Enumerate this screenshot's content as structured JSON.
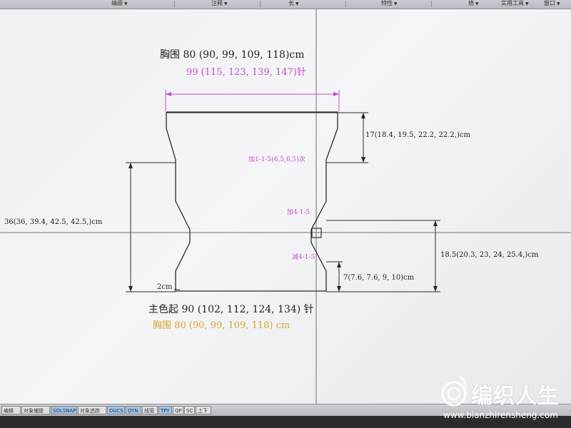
{
  "menu": {
    "items": [
      {
        "label": "编缀",
        "has_arrow": true
      },
      {
        "label": "注释",
        "has_arrow": true
      },
      {
        "label": "长",
        "has_arrow": true
      },
      {
        "label": "特性",
        "has_arrow": true
      },
      {
        "label": "络",
        "has_arrow": true
      },
      {
        "label": "实用工具",
        "has_arrow": true
      },
      {
        "label": "窗口",
        "has_arrow": true
      }
    ]
  },
  "diagram": {
    "chest_title": "胸围 80 (90,  99,  109, 118)cm",
    "chest_stitches": "99 (115, 123, 139, 147)针",
    "height_upper": "17(18.4, 19.5, 22.2, 22.2,)cm",
    "increase_upper": "加1-1-5(6,5,6,5)次",
    "increase_mid": "加4-1-5",
    "total_length": "36(36, 39.4, 42.5, 42.5,)cm",
    "right_length": "18.5(20.3, 23, 24, 25.4,)cm",
    "decrease": "减4-1-5",
    "lower_length": "7(7.6, 7.6, 9, 10)cm",
    "hem_width": "2cm",
    "cast_on": "主色起 90 (102, 112, 124, 134) 针",
    "chest_repeat": "胸围  80 (90,  99,  109, 118) cm"
  },
  "taskbar": {
    "tabs": [
      "编辑",
      "对象辅提",
      "SOLSNAP",
      "对象追踪",
      "DUCS",
      "DYN",
      "线宽",
      "TPY",
      "QP",
      "SC",
      "上下"
    ]
  },
  "watermark": {
    "brand": "编织人生",
    "url": "www.bianzhirensheng.com"
  },
  "colors": {
    "line": "#2a2a2a",
    "pink": "#c64dc8",
    "gold": "#d6a835",
    "crosshair": "#6e7175"
  }
}
